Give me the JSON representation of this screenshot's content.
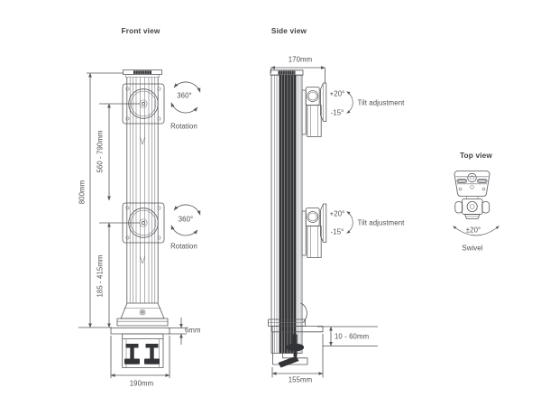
{
  "front": {
    "title": "Front view",
    "dims": {
      "height": "800mm",
      "upper_mount_height": "560 - 790mm",
      "lower_mount_height": "185 - 415mm",
      "plate_thickness": "6mm",
      "base_width": "190mm"
    },
    "rotation": {
      "degrees": "360°",
      "label": "Rotation"
    }
  },
  "side": {
    "title": "Side view",
    "dims": {
      "depth": "170mm",
      "clamp_thickness_range": "10 - 60mm",
      "base_depth": "155mm"
    },
    "tilt": {
      "up": "+20°",
      "down": "-15°",
      "label": "Tilt adjustment"
    }
  },
  "top": {
    "title": "Top view",
    "swivel": {
      "degrees": "±20°",
      "label": "Swivel"
    }
  },
  "colors": {
    "line": "#55565a",
    "text": "#4f4f51",
    "dark_fill": "#333437"
  }
}
